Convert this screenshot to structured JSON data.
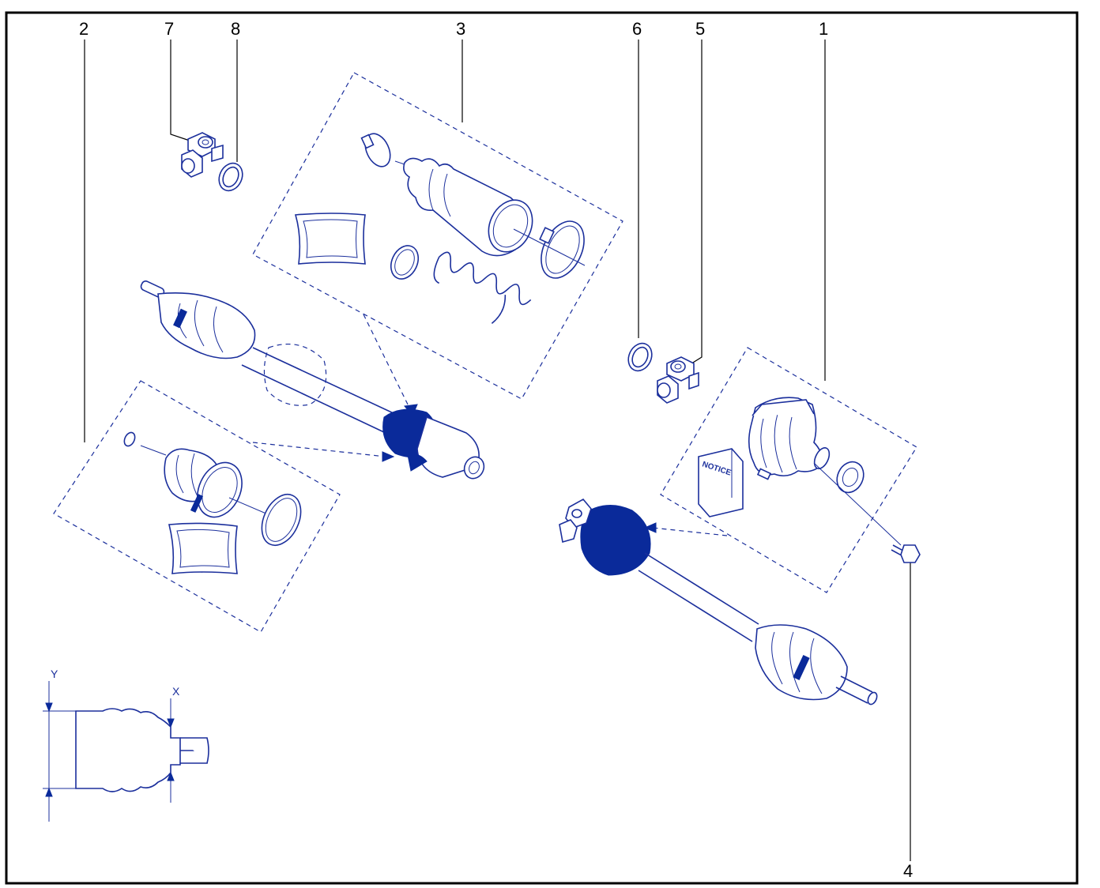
{
  "callouts": [
    {
      "id": "1",
      "label": "1"
    },
    {
      "id": "2",
      "label": "2"
    },
    {
      "id": "3",
      "label": "3"
    },
    {
      "id": "4",
      "label": "4"
    },
    {
      "id": "5",
      "label": "5"
    },
    {
      "id": "6",
      "label": "6"
    },
    {
      "id": "7",
      "label": "7"
    },
    {
      "id": "8",
      "label": "8"
    }
  ],
  "measurement_inset": {
    "axis_y": "Y",
    "axis_x": "X"
  },
  "notice_booklet": {
    "label": "NOTICE"
  },
  "colors": {
    "line": "#1b2f9c",
    "fill_dark": "#0a2a9a",
    "frame": "#000000"
  }
}
